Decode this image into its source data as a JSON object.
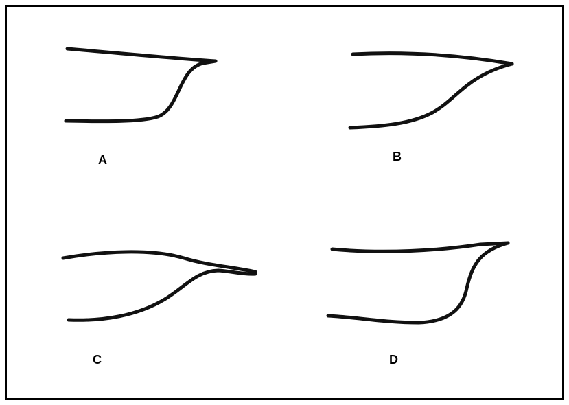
{
  "figures": [
    {
      "label": "A",
      "shape": "blunt-tip-sharp-bend"
    },
    {
      "label": "B",
      "shape": "pointed-tip-gradual-curve"
    },
    {
      "label": "C",
      "shape": "extended-rounded-tip"
    },
    {
      "label": "D",
      "shape": "upturned-tip-deep-curve"
    }
  ],
  "colors": {
    "stroke": "#111111",
    "background": "#ffffff",
    "border": "#000000"
  }
}
